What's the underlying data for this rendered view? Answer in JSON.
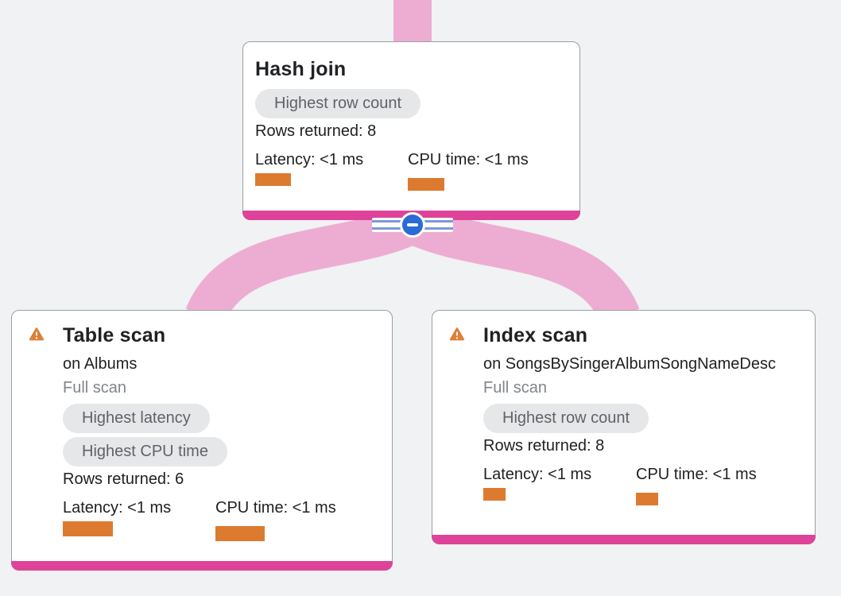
{
  "colors": {
    "background": "#f0f2f3",
    "card_border": "#9aa0a6",
    "accent_pink": "#de4399",
    "edge_pink": "#edadd2",
    "bar_orange": "#dc7b30",
    "warning_orange": "#dd8038",
    "button_blue": "#2a6bd7",
    "badge_bg": "#e6e7e9",
    "badge_text": "#5f6368",
    "muted_text": "#81868b"
  },
  "collapse_button": {
    "icon": "minus-icon",
    "state": "expanded"
  },
  "icons": {
    "warning": "warning-triangle-icon",
    "collapse": "minus-icon"
  },
  "nodes": [
    {
      "id": "hash-join",
      "title": "Hash join",
      "warning": false,
      "badges": [
        "Highest row count"
      ],
      "rows_returned": "Rows returned: 8",
      "metrics": [
        {
          "label": "Latency: <1 ms",
          "bar": {
            "w": 45,
            "h": 16
          }
        },
        {
          "label": "CPU time: <1 ms",
          "bar": {
            "w": 46,
            "h": 16
          }
        }
      ]
    },
    {
      "id": "table-scan",
      "title": "Table scan",
      "warning": true,
      "subtitle": "on Albums",
      "scan_type": "Full scan",
      "badges": [
        "Highest latency",
        "Highest CPU time"
      ],
      "rows_returned": "Rows returned: 6",
      "metrics": [
        {
          "label": "Latency: <1 ms",
          "bar": {
            "w": 63,
            "h": 19
          }
        },
        {
          "label": "CPU time: <1 ms",
          "bar": {
            "w": 62,
            "h": 19
          }
        }
      ]
    },
    {
      "id": "index-scan",
      "title": "Index scan",
      "warning": true,
      "subtitle": "on SongsBySingerAlbumSongNameDesc",
      "scan_type": "Full scan",
      "badges": [
        "Highest row count"
      ],
      "rows_returned": "Rows returned: 8",
      "metrics": [
        {
          "label": "Latency: <1 ms",
          "bar": {
            "w": 28,
            "h": 16
          }
        },
        {
          "label": "CPU time: <1 ms",
          "bar": {
            "w": 28,
            "h": 16
          }
        }
      ]
    }
  ],
  "edges": [
    {
      "from": "parent",
      "to": "hash-join"
    },
    {
      "from": "hash-join",
      "to": "table-scan"
    },
    {
      "from": "hash-join",
      "to": "index-scan"
    }
  ]
}
